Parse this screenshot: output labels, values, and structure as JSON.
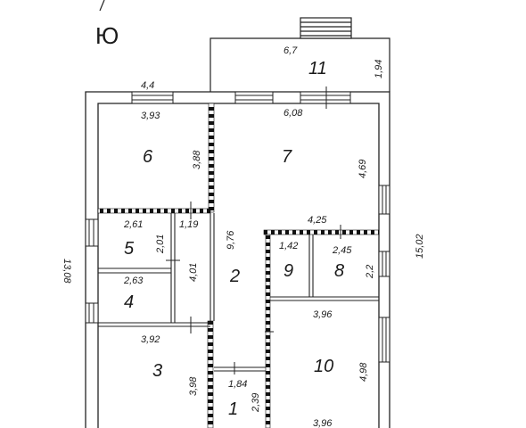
{
  "compass": {
    "label": "Ю"
  },
  "rooms": {
    "r1": "1",
    "r2": "2",
    "r3": "3",
    "r4": "4",
    "r5": "5",
    "r6": "6",
    "r7": "7",
    "r8": "8",
    "r9": "9",
    "r10": "10",
    "r11": "11"
  },
  "dims": {
    "d4_4": "4,4",
    "d6_7": "6,7",
    "d1_94": "1,94",
    "d3_93": "3,93",
    "d6_08": "6,08",
    "d3_88": "3,88",
    "d4_69": "4,69",
    "d2_61": "2,61",
    "d1_19": "1,19",
    "d2_01": "2,01",
    "d9_76": "9,76",
    "d4_25": "4,25",
    "d15_02": "15,02",
    "d13_08": "13,08",
    "d1_42": "1,42",
    "d2_45": "2,45",
    "d2_2": "2,2",
    "d2_63": "2,63",
    "d4_01": "4,01",
    "d3_96_top": "3,96",
    "d3_92": "3,92",
    "d4_98": "4,98",
    "d3_98": "3,98",
    "d1_84": "1,84",
    "d2_39": "2,39",
    "d3_96_bottom": "3,96"
  }
}
